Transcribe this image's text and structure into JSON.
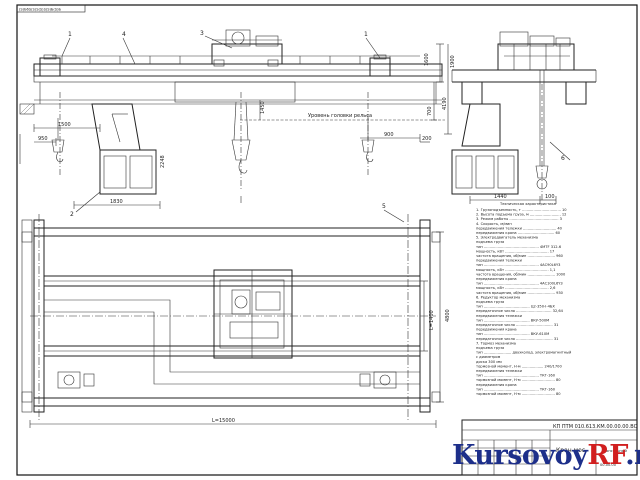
{
  "stamp_top_left": "(Ѕ)Б6Ѕ(Ѕ)Ѕ(Ѕ)Ѕ(Ѕ)Б(Ѕ)Б",
  "callouts": [
    "1",
    "4",
    "3",
    "1",
    "5",
    "2",
    "6"
  ],
  "dims": {
    "h_1600": "1600",
    "h_1900": "1900",
    "h_700": "700",
    "h_4190": "4190",
    "h_1450": "1450",
    "h_2248": "2248",
    "h_1500": "1500",
    "h_950": "950",
    "h_1830": "1830",
    "h_900": "900",
    "h_200": "200",
    "h_1440": "1440",
    "h_100": "100",
    "h_4800": "4800",
    "h_l1400": "L=1400",
    "h_l15000": "L=15000",
    "rail_level": "Уровень головки рельса"
  },
  "tech_spec": {
    "title": "Техническая характеристика",
    "lines": [
      "1. Грузоподъемность, т .................................. 10",
      "2. Высота подъема груза, м ........................... 12",
      "3. Режим работы ........................................... 3",
      "4. Скорость, м/мин",
      "     передвижения тележки ............................. 40",
      "     передвижения крана ................................ 60",
      "5. Электродвигатель механизма",
      "     подъема груза",
      "     тип ................................................ 4MTF 312-6",
      "     мощность, кВт ...................................... 17",
      "     частота вращения, об/мин ........................ 960",
      "     передвижения тележки",
      "     тип ................................................ 4AC90L6Y3",
      "     мощность, кВт ...................................... 1,1",
      "     частота вращения, об/мин ........................ 1000",
      "     передвижения крана",
      "     тип ................................................ 4AC100L6Y3",
      "     мощность, кВт ...................................... 2,6",
      "     частота вращения, об/мин ........................ 930",
      "6. Редуктор механизма",
      "     подъема груза",
      "     тип ........................................ Ц2-350-I-4БХ",
      "     передаточное число ............................... 32,64",
      "     передвижения тележки",
      "     тип ........................................ ВКУ-500М",
      "     передаточное число ................................ 31",
      "     передвижения крана",
      "     тип ........................................ ВКУ-610М",
      "     передаточное число ................................ 31",
      "7. Тормоз механизма",
      "     подъема груза",
      "     тип ........................ двухколод. электромагнитный",
      "                                   с диаметром",
      "     диска 300 мм",
      "     тормозной момент, Н·м ................... 240/1700",
      "     передвижения тележки",
      "     тип ................................................ ТКГ-160",
      "     тормозной момент, Н·м ............................. 80",
      "     передвижения крана",
      "     тип ................................................ ТКГ-160",
      "     тормозной момент, Н·м ............................. 80"
    ]
  },
  "title_block": {
    "code": "КП ПТМ 010.613.КМ.00.00.00.ВО",
    "name": "Кран мос",
    "sub": "консольный",
    "date": "00.00.00"
  },
  "watermark": {
    "part1": "Kursovoy",
    "part2": "RF",
    "part3": ".ru"
  }
}
